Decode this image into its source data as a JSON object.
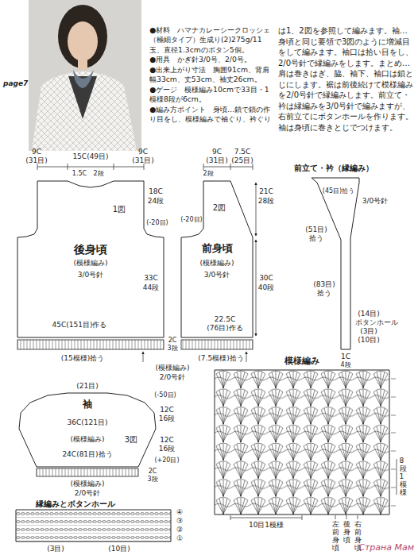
{
  "diagram": {
    "nodes": [
      {
        "text": [
          "1図",
          "後身頃",
          "(模様編み)",
          "3/0号針"
        ]
      },
      {
        "text": [
          "2図",
          "前身頃",
          "(模様編み)",
          "3/0号針"
        ]
      },
      {
        "text": [
          "前立て・衿（縁編み）"
        ]
      },
      {
        "text": [
          "袖",
          "(模様編み)",
          "3図"
        ]
      },
      {
        "text": [
          "模様編み"
        ]
      },
      {
        "text": [
          "縁編みとボタンホール"
        ]
      }
    ],
    "labels": [
      "page7",
      "●材料　ハマナカレーシークロッシェ（極細タイプ）生成り(2)275g/11玉、直径1.3cmのボタン5個。",
      "●用具　かぎ針3/0号、2/0号。",
      "●出来上がり寸法　胸囲91cm、背肩幅33cm、丈53cm、袖丈26cm。",
      "●ゲージ　模様編み10cmで33目・1模様8段が6cm。",
      "●編み方ポイント　身頃…鎖で鎖の作り目をし、模様編みで袖ぐり、衿ぐり",
      "は1、2図を参照して編みます。袖…身頃と同じ要領で3図のように増減目をして編みます。袖口は拾い目をし、2/0号針で縁編みをします。まとめ…肩は巻きはぎ、脇、袖下、袖口は鎖とじにします。裾は前後続けて模様編みを2/0号針で縁編みします。前立て・衿は縁編みを3/0号針で編みますが、右前立てにボタンホールを作ります。袖は身頃に巻きとじでつけます。",
      "9C",
      "(31目)",
      "15C(49目)",
      "9C",
      "(31目)",
      "1.5C",
      "2段",
      "18C",
      "24段",
      "(-20目)",
      "33C",
      "44段",
      "45C(151目)作る",
      "2C",
      "3段",
      "(15模様)拾う",
      "(模様編み)",
      "2/0号針",
      "9C",
      "(31目)",
      "7.5C",
      "(25目)",
      "2段",
      "(-20目)",
      "21C",
      "28段",
      "30C",
      "40段",
      "22.5C",
      "(76目)作る",
      "(7.5模様)拾う",
      "(45目)拾う",
      "3/0号針",
      "(51目)",
      "拾う",
      "(83目)",
      "拾う",
      "(14目)",
      "ボタンホール",
      "(3目)",
      "(10目)",
      "1C",
      "4段",
      "(21目)",
      "(-50目)",
      "12C",
      "16段",
      "36C(121目)",
      "12C",
      "16段",
      "(+20目)",
      "24C(81目)拾う",
      "2C",
      "3段",
      "(模様編み)",
      "2/0号針",
      "④",
      "③",
      "②",
      "①",
      "(3目)",
      "(10目)",
      "8段1模様",
      "10目1模様",
      "左前身頃",
      "後身頃",
      "右前身頃",
      "Страна Мам"
    ]
  }
}
